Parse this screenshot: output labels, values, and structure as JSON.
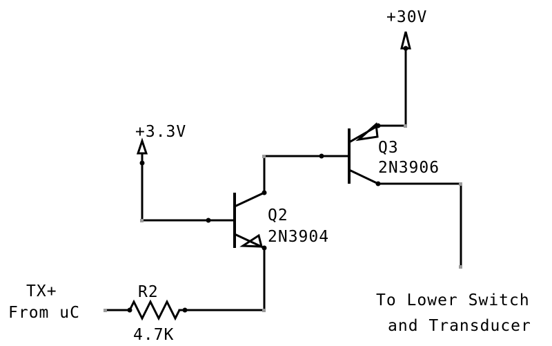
{
  "supplies": {
    "vcc_high": "+30V",
    "vcc_low": "+3.3V"
  },
  "transistors": {
    "q2": {
      "ref": "Q2",
      "part": "2N3904"
    },
    "q3": {
      "ref": "Q3",
      "part": "2N3906"
    }
  },
  "resistor": {
    "ref": "R2",
    "value": "4.7K"
  },
  "input": {
    "line1": "TX+",
    "line2": "From uC"
  },
  "output": {
    "line1": "To Lower Switch",
    "line2": "and Transducer"
  }
}
